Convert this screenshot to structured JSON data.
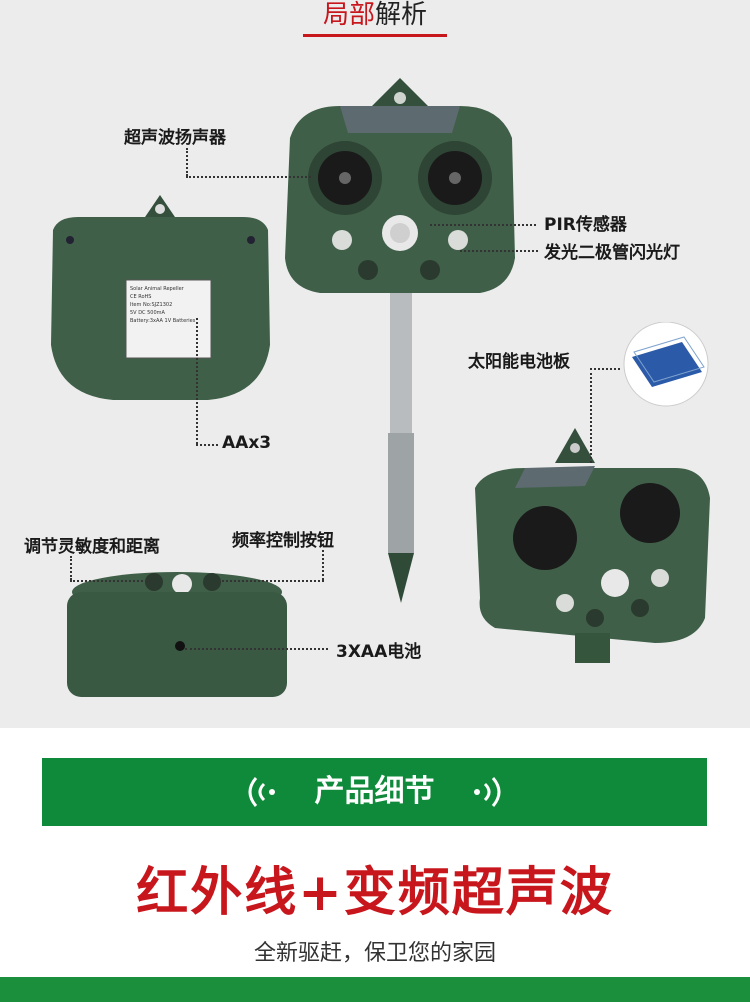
{
  "header": {
    "title_red": "局部",
    "title_black": "解析"
  },
  "labels": {
    "ultrasonic_speaker": "超声波扬声器",
    "pir_sensor": "PIR传感器",
    "led_flash": "发光二极管闪光灯",
    "solar_panel": "太阳能电池板",
    "batteries": "AAx3",
    "sensitivity": "调节灵敏度和距离",
    "frequency_button": "频率控制按钮",
    "battery_3xaa": "3XAA电池"
  },
  "back_plate": {
    "line1": "Solar Animal Repeller",
    "line2": "CE RoHS",
    "line3": "Item No:SJZ1302",
    "line4": "5V DC 500mA",
    "line5": "Battery:3xAA 1V Batteries"
  },
  "banner": {
    "text": "产品细节"
  },
  "headline": "红外线+变频超声波",
  "subtitle": "全新驱赶，保卫您的家园",
  "colors": {
    "accent_red": "#c8161d",
    "banner_green": "#0f8a3a",
    "device_green": "#3f5f48"
  }
}
